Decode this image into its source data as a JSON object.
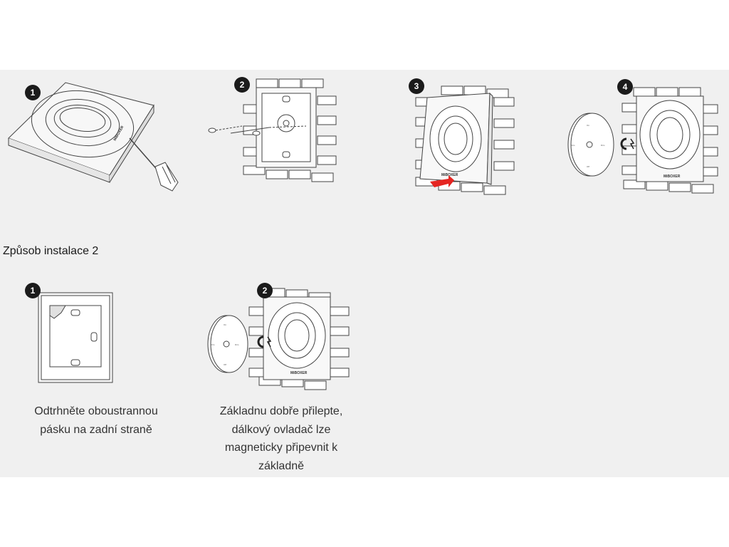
{
  "section_heading": "Způsob instalace 2",
  "method1": {
    "steps": [
      {
        "number": "1",
        "icon": "panel-screwdriver-illustration"
      },
      {
        "number": "2",
        "icon": "screw-mount-base-illustration"
      },
      {
        "number": "3",
        "icon": "push-panel-illustration"
      },
      {
        "number": "4",
        "icon": "magnetic-remote-attach-illustration"
      }
    ]
  },
  "method2": {
    "steps": [
      {
        "number": "1",
        "icon": "adhesive-tape-base-illustration",
        "caption_lines": [
          "Odtrhněte oboustrannou",
          "pásku na zadní straně"
        ]
      },
      {
        "number": "2",
        "icon": "magnetic-remote-attach-illustration",
        "caption_lines": [
          "Základnu dobře přilepte,",
          "dálkový ovladač lze",
          "magneticky připevnit k",
          "základně"
        ]
      }
    ]
  },
  "device": {
    "brand": "MiBOXER",
    "remote_labels": [
      "On",
      "Off",
      "Dim",
      "Dim"
    ]
  },
  "colors": {
    "panel_background": "#f0f0f0",
    "arrow": "#e52521",
    "badge": "#1b1b1b"
  }
}
